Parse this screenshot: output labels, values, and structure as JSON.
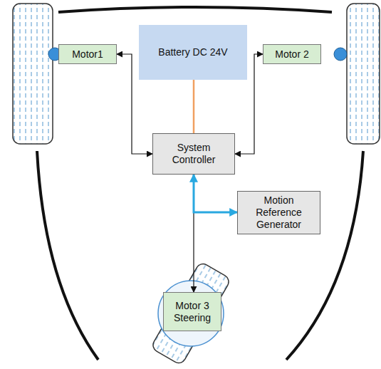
{
  "diagram": {
    "nodes": [
      {
        "text": [
          "Motor1"
        ]
      },
      {
        "text": [
          "Battery DC 24V"
        ]
      },
      {
        "text": [
          "Motor 2"
        ]
      },
      {
        "text": [
          "System Controller"
        ]
      },
      {
        "text": [
          "Motion Reference Generator"
        ]
      },
      {
        "text": [
          "Motor 3 Steering"
        ]
      }
    ],
    "edges": [
      {
        "from": 0,
        "to": 3,
        "arrow": "both"
      },
      {
        "from": 2,
        "to": 3,
        "arrow": "both"
      },
      {
        "from": 1,
        "to": 3,
        "arrow": "none"
      },
      {
        "from": 3,
        "to": 4,
        "arrow": "both"
      },
      {
        "from": 3,
        "to": 5,
        "arrow": "to"
      }
    ]
  }
}
